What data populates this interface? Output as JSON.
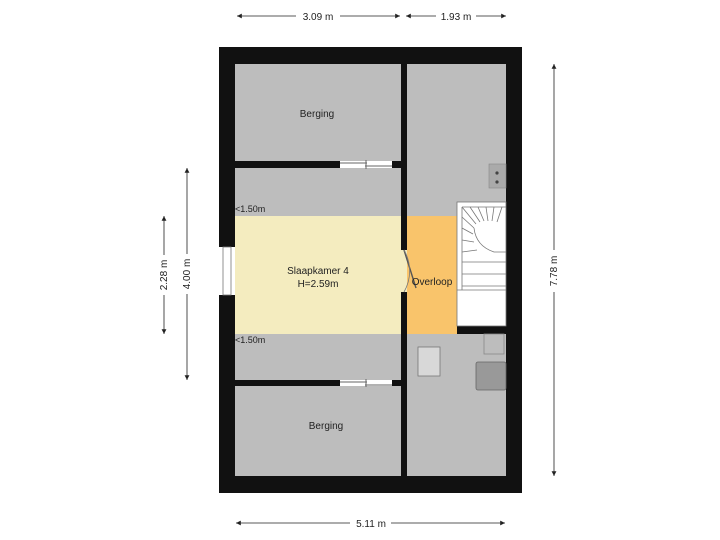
{
  "dimensions": {
    "top_left": "3.09 m",
    "top_right": "1.93 m",
    "bottom": "5.11 m",
    "right": "7.78 m",
    "left_outer": "4.00 m",
    "left_inner": "2.28 m"
  },
  "rooms": {
    "berging_top": "Berging",
    "berging_bottom": "Berging",
    "slaapkamer_name": "Slaapkamer 4",
    "slaapkamer_height": "H=2.59m",
    "overloop": "Overloop"
  },
  "notes": {
    "height_top": "<1.50m",
    "height_bottom": "<1.50m"
  },
  "colors": {
    "wall": "#111111",
    "floor_gray": "#bdbdbd",
    "bedroom": "#f4ecbf",
    "landing": "#f9c46b",
    "stairs": "#ffffff"
  }
}
